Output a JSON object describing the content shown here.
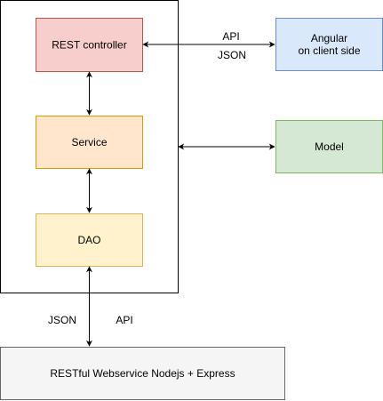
{
  "nodes": {
    "rest_controller": {
      "label": "REST controller",
      "fill": "#f8cecc",
      "stroke": "#b85450"
    },
    "service": {
      "label": "Service",
      "fill": "#ffe6cc",
      "stroke": "#d79b00"
    },
    "dao": {
      "label": "DAO",
      "fill": "#fff2cc",
      "stroke": "#d6b656"
    },
    "angular": {
      "line1": "Angular",
      "line2": "on client side",
      "fill": "#dae8fc",
      "stroke": "#6c8ebf"
    },
    "model": {
      "label": "Model",
      "fill": "#d5e8d4",
      "stroke": "#82b366"
    },
    "webservice": {
      "label": "RESTful Webservice Nodejs + Express",
      "fill": "#f5f5f5",
      "stroke": "#666666"
    }
  },
  "edges": {
    "api_top": "API",
    "json_top": "JSON",
    "json_bottom": "JSON",
    "api_bottom": "API"
  },
  "colors": {
    "line": "#000000",
    "container_stroke": "#000000"
  }
}
